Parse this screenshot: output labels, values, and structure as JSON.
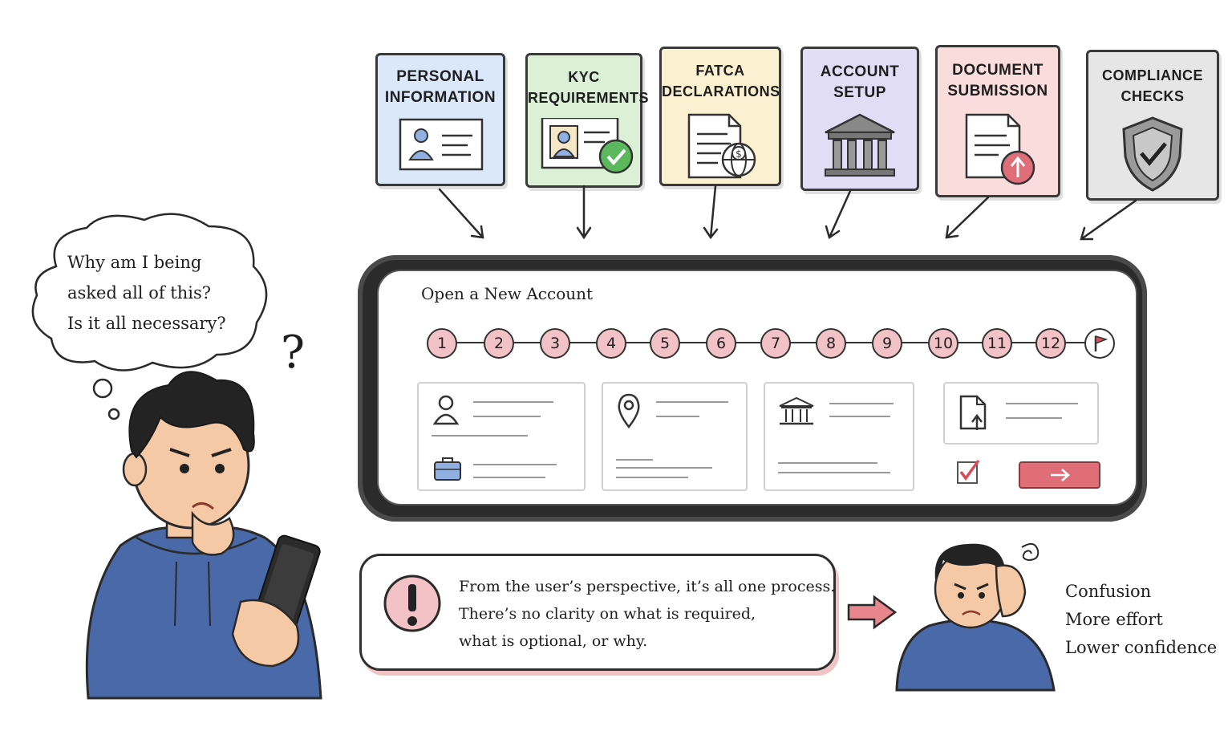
{
  "cards": [
    {
      "lines": [
        "PERSONAL",
        "INFORMATION"
      ],
      "color": "#dbe7fb",
      "icon": "id-card-icon"
    },
    {
      "lines": [
        "KYC",
        "REQUIREMENTS"
      ],
      "color": "#dcf0d8",
      "icon": "verified-id-icon"
    },
    {
      "lines": [
        "FATCA",
        "DECLARATIONS"
      ],
      "color": "#fbf0cf",
      "icon": "tax-document-globe-icon"
    },
    {
      "lines": [
        "ACCOUNT",
        "SETUP"
      ],
      "color": "#e2ddf6",
      "icon": "bank-building-icon"
    },
    {
      "lines": [
        "DOCUMENT",
        "SUBMISSION"
      ],
      "color": "#fbdcdc",
      "icon": "document-upload-icon"
    },
    {
      "lines": [
        "COMPLIANCE",
        "CHECKS"
      ],
      "color": "#e6e6e6",
      "icon": "shield-check-icon"
    }
  ],
  "thought": {
    "lines": [
      "Why am I being",
      "asked all of this?",
      "Is it all necessary?"
    ]
  },
  "question_mark": "?",
  "screen": {
    "title": "Open a New Account",
    "steps": [
      "1",
      "2",
      "3",
      "4",
      "5",
      "6",
      "7",
      "8",
      "9",
      "10",
      "11",
      "12"
    ],
    "final_step_icon": "flag-icon",
    "step_color": "#f3c2c6",
    "action_color": "#e06e78"
  },
  "note": {
    "icon": "exclamation-icon",
    "lines": [
      "From the user’s perspective, it’s all one process.",
      "There’s no clarity on what is required,",
      "what is optional, or why."
    ]
  },
  "outcomes": [
    "Confusion",
    "More effort",
    "Lower confidence"
  ]
}
